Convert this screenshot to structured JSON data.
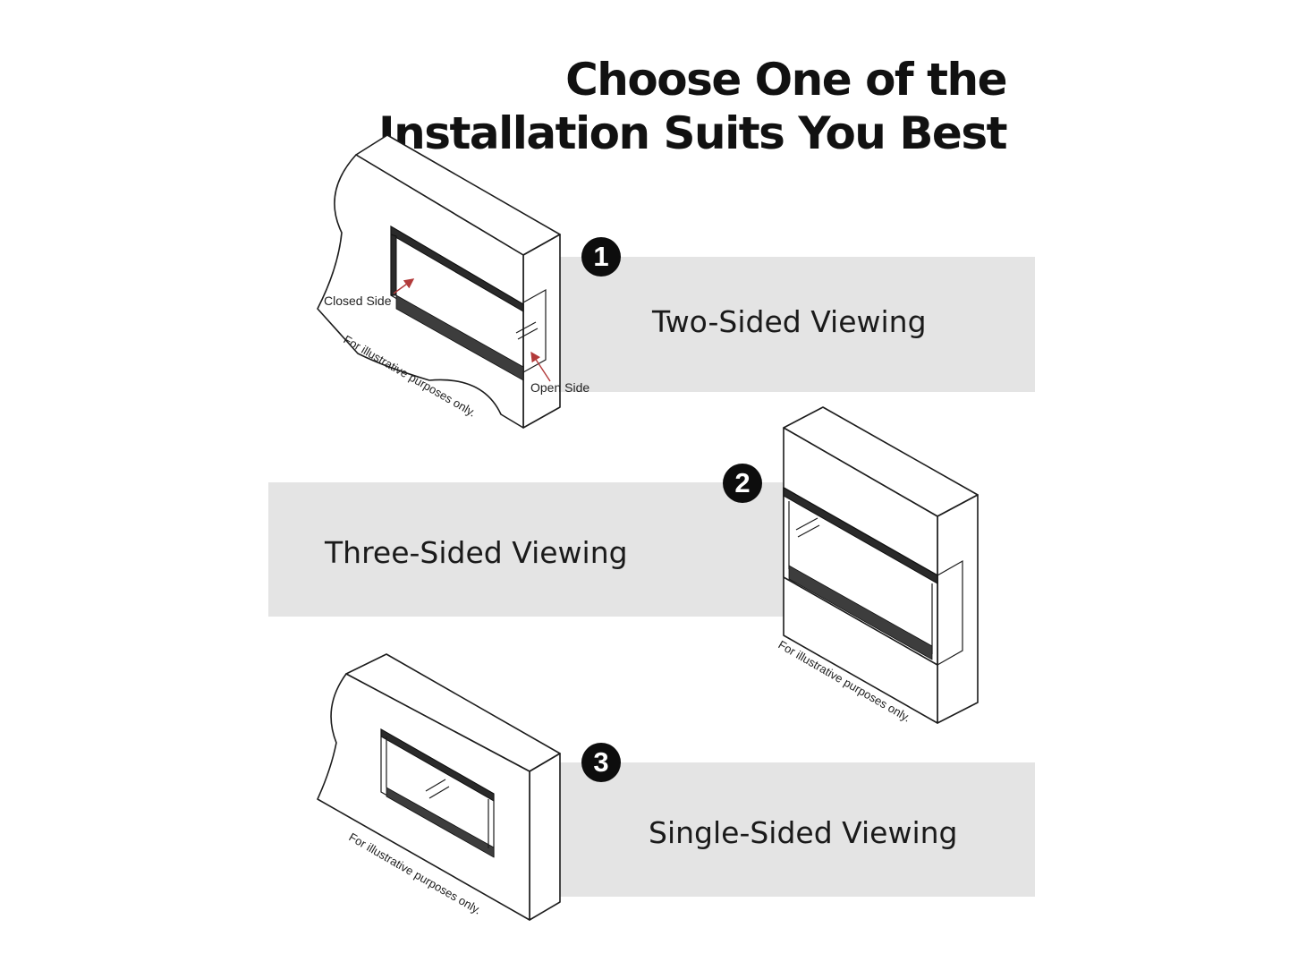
{
  "title": {
    "line1": "Choose One of the",
    "line2": "Installation Suits You Best"
  },
  "options": [
    {
      "number": "1",
      "label": "Two-Sided Viewing"
    },
    {
      "number": "2",
      "label": "Three-Sided Viewing"
    },
    {
      "number": "3",
      "label": "Single-Sided Viewing"
    }
  ],
  "drawing_notes": {
    "closed_side": "Closed Side",
    "open_side": "Open Side",
    "disclaimer": "For illustrative purposes only."
  },
  "colors": {
    "band": "#e4e4e4",
    "badge": "#0d0d0d",
    "ink": "#1c1c1c",
    "callout_arrow": "#b23a3a"
  }
}
